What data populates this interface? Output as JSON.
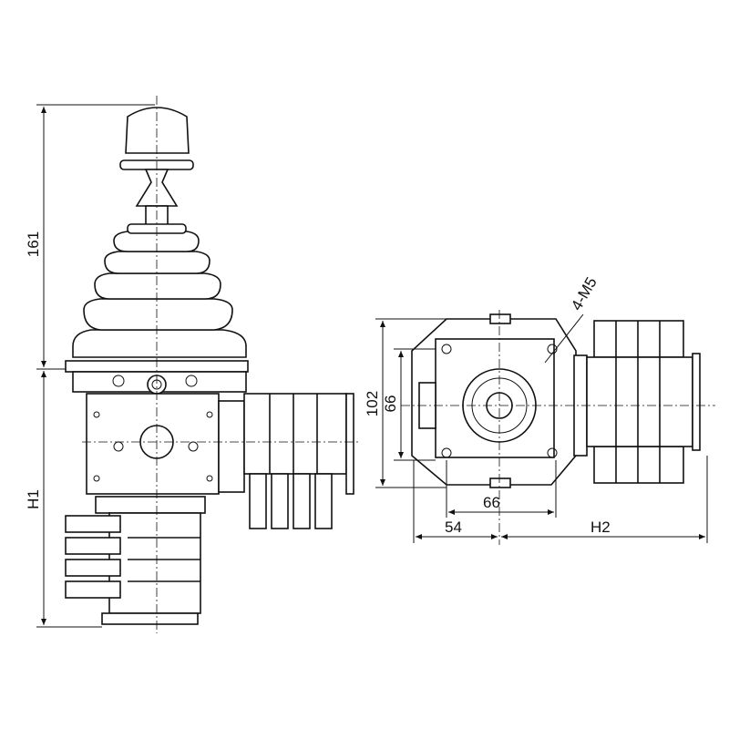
{
  "dimensions": {
    "height_top": "161",
    "height_bottom": "H1",
    "side_height": "102",
    "side_inner_height": "66",
    "side_inner_width": "66",
    "offset_width": "54",
    "switch_width": "H2",
    "thread_callout": "4-M5"
  }
}
